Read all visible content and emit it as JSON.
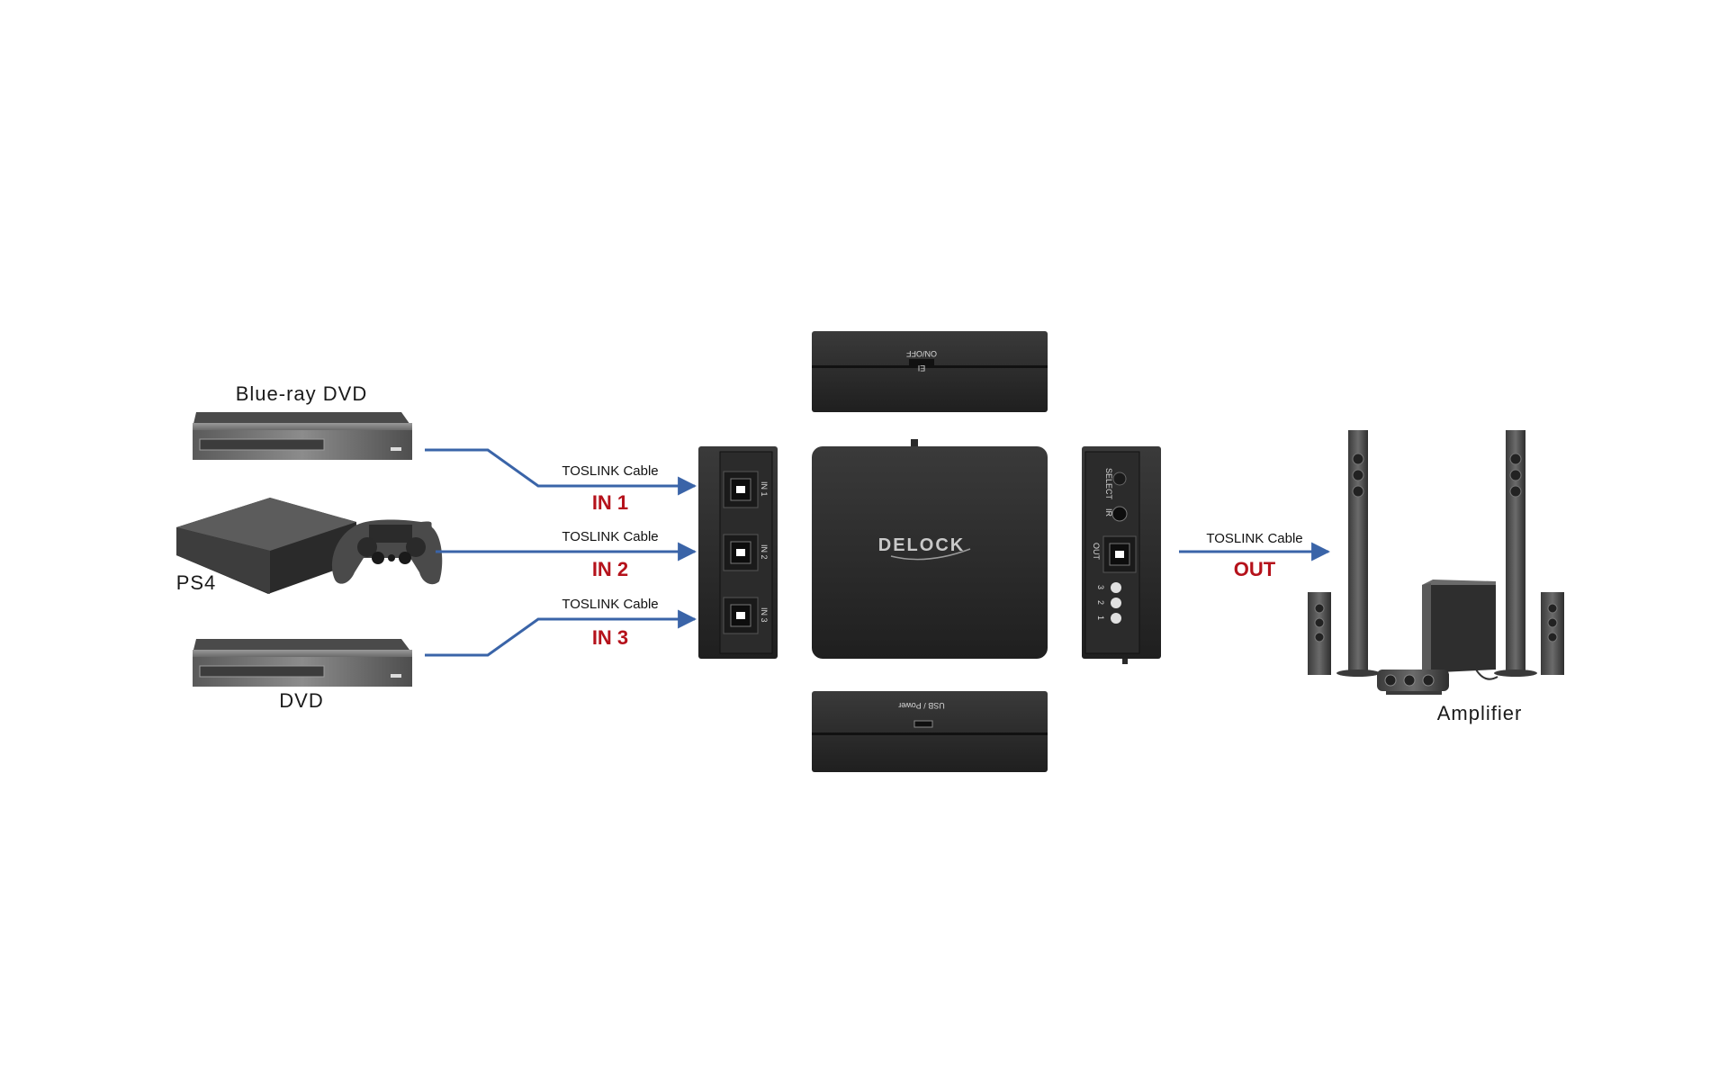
{
  "colors": {
    "cable": "#3a64a8",
    "port_label": "#b5121b",
    "device_body": "#2b2b2b",
    "player_body": "#6e6e6e"
  },
  "sources": {
    "bluray": {
      "label": "Blue-ray DVD"
    },
    "ps4": {
      "label": "PS4"
    },
    "dvd": {
      "label": "DVD"
    }
  },
  "cables": {
    "in1": {
      "cable_label": "TOSLINK Cable",
      "port_label": "IN 1"
    },
    "in2": {
      "cable_label": "TOSLINK Cable",
      "port_label": "IN 2"
    },
    "in3": {
      "cable_label": "TOSLINK Cable",
      "port_label": "IN 3"
    },
    "out": {
      "cable_label": "TOSLINK Cable",
      "port_label": "OUT"
    }
  },
  "switch": {
    "brand": "DELOCK",
    "top_side_label": "ON/OFF",
    "top_side_small": "EI",
    "bottom_side_label": "USB / Power",
    "left_ports": [
      "IN 1",
      "IN 2",
      "IN 3"
    ],
    "right_labels": {
      "select": "SELECT",
      "ir": "IR",
      "out": "OUT"
    },
    "leds": [
      "3",
      "2",
      "1"
    ]
  },
  "destination": {
    "label": "Amplifier"
  }
}
